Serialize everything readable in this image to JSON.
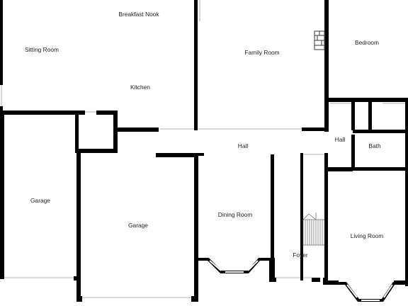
{
  "rooms": {
    "breakfast_nook": "Breakfast Nook",
    "sitting_room": "Sitting Room",
    "kitchen": "Kitchen",
    "family_room": "Family Room",
    "bedroom": "Bedroom",
    "hall_main": "Hall",
    "hall_side": "Hall",
    "bath": "Bath",
    "garage_left": "Garage",
    "garage_right": "Garage",
    "dining_room": "Dining Room",
    "living_room": "Living Room",
    "foyer": "Foyer"
  },
  "colors": {
    "wall": "#000000",
    "background": "#ffffff",
    "label": "#222222"
  },
  "icons": [
    "fireplace-icon",
    "staircase-icon"
  ]
}
